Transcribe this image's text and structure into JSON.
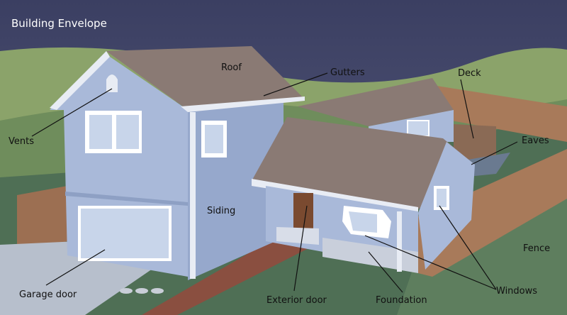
{
  "diagram": {
    "title": "Building Envelope",
    "labels": {
      "roof": "Roof",
      "gutters": "Gutters",
      "deck": "Deck",
      "vents": "Vents",
      "eaves": "Eaves",
      "siding": "Siding",
      "fence": "Fence",
      "garage_door": "Garage door",
      "exterior_door": "Exterior door",
      "foundation": "Foundation",
      "windows": "Windows"
    }
  },
  "colors": {
    "sky": "#3a3f63",
    "hill": "#8aa16a",
    "lawn": "#4f6f55",
    "siding": "#a9b9d9",
    "roof": "#8a7a74",
    "fence": "#a87a5a",
    "path": "#8a4f40"
  }
}
